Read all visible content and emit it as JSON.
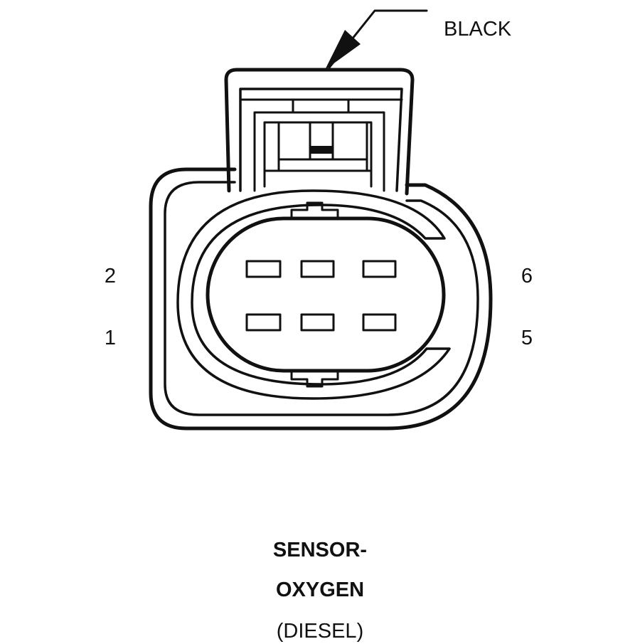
{
  "callout": {
    "color_label": "BLACK"
  },
  "pins": {
    "pin_2": "2",
    "pin_1": "1",
    "pin_6": "6",
    "pin_5": "5"
  },
  "caption": {
    "line1": "SENSOR-",
    "line2": "OXYGEN",
    "line3": "(DIESEL)"
  },
  "colors": {
    "line": "#111111",
    "background": "#ffffff"
  }
}
